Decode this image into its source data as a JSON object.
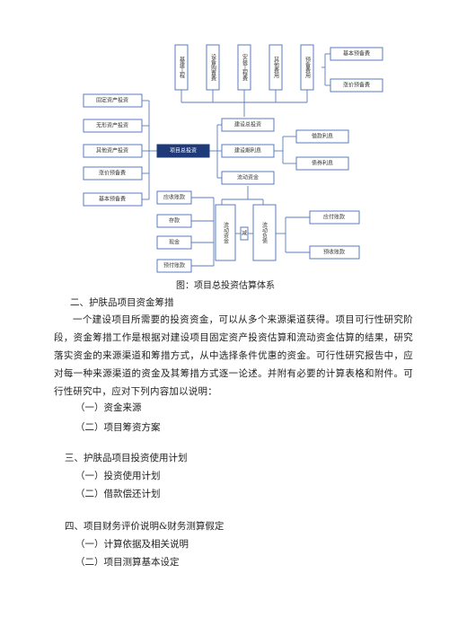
{
  "diagram": {
    "top_boxes": [
      "基建工程",
      "设备购置费",
      "安装工程费",
      "其他费用",
      "预备费用"
    ],
    "reserve_items": [
      "基本预备费",
      "涨价预备费"
    ],
    "left_items": [
      "固定资产投资",
      "无形资产投资",
      "其他资产投资",
      "涨价预备费",
      "基本预备费"
    ],
    "center": "项目总投资",
    "middle_items": [
      "建设总投资",
      "建设期利息",
      "流动资金"
    ],
    "interest_items": [
      "借款利息",
      "债券利息"
    ],
    "current_assets_items": [
      "应收账款",
      "存款",
      "现金",
      "预付账款"
    ],
    "current_assets_label": "流动资金",
    "reduce_label": "减",
    "current_liabilities_label": "流动负债",
    "liabilities_items": [
      "应付账款",
      "预收账款"
    ]
  },
  "caption": "图：项目总投资估算体系",
  "section2": {
    "heading": "二、护肤品项目资金筹措",
    "paragraph": "一个建设项目所需要的投资资金，可以从多个来源渠道获得。项目可行性研究阶段，资金筹措工作是根据对建设项目固定资产投资估算和流动资金估算的结果，研究落实资金的来源渠道和筹措方式，从中选择条件优惠的资金。可行性研究报告中，应对每一种来源渠道的资金及其筹措方式逐一论述。并附有必要的计算表格和附件。可行性研究中，应对下列内容加以说明：",
    "items": [
      "（一）资金来源",
      "（二）项目筹资方案"
    ]
  },
  "section3": {
    "heading": "三、护肤品项目投资使用计划",
    "items": [
      "（一）投资使用计划",
      "（二）借款偿还计划"
    ]
  },
  "section4": {
    "heading": "四、项目财务评价说明&财务测算假定",
    "items": [
      "（一）计算依据及相关说明",
      "（二）项目测算基本设定"
    ]
  }
}
